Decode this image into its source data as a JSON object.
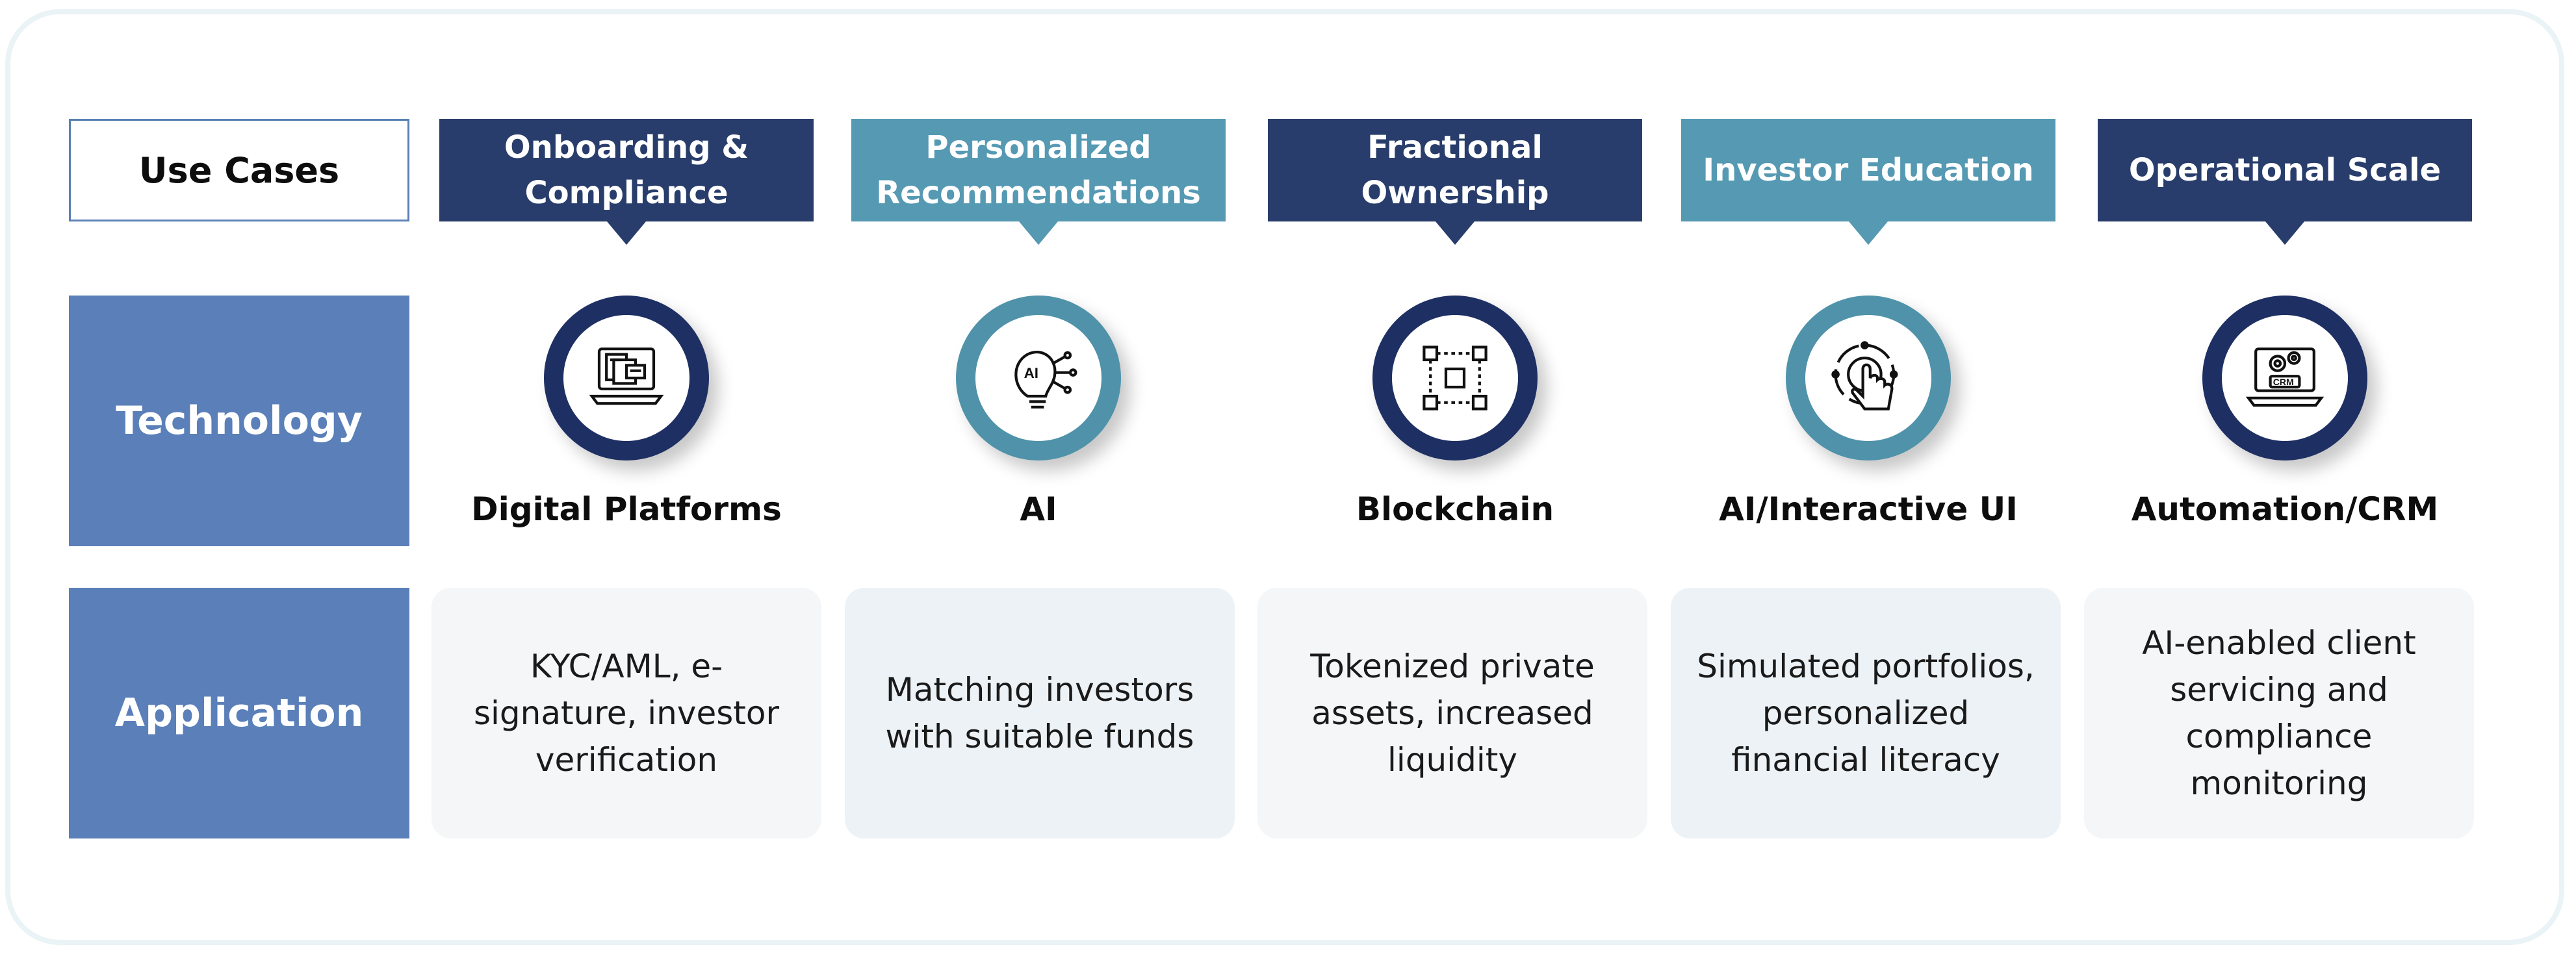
{
  "rows": {
    "use_cases": "Use Cases",
    "technology": "Technology",
    "application": "Application"
  },
  "columns": [
    {
      "use_case_lines": [
        "Onboarding &",
        "Compliance"
      ],
      "banner_color": "#283d6b",
      "icon": "laptop-documents-icon",
      "technology": "Digital Platforms",
      "application": "KYC/AML, e-signature, investor verification"
    },
    {
      "use_case_lines": [
        "Personalized",
        "Recommendations"
      ],
      "banner_color": "#5599b3",
      "icon": "ai-lightbulb-icon",
      "icon_text": "AI",
      "technology": "AI",
      "application": "Matching investors with suitable funds"
    },
    {
      "use_case_lines": [
        "Fractional",
        "Ownership"
      ],
      "banner_color": "#283d6b",
      "icon": "blockchain-cubes-icon",
      "technology": "Blockchain",
      "application": "Tokenized private assets, increased liquidity"
    },
    {
      "use_case_lines": [
        "Investor Education"
      ],
      "banner_color": "#5599b3",
      "icon": "touch-interface-icon",
      "technology": "AI/Interactive UI",
      "application": "Simulated portfolios, personalized financial literacy"
    },
    {
      "use_case_lines": [
        "Operational Scale"
      ],
      "banner_color": "#283d6b",
      "icon": "crm-gear-laptop-icon",
      "icon_text": "CRM",
      "technology": "Automation/CRM",
      "application": "AI-enabled client servicing and compliance monitoring"
    }
  ],
  "colors": {
    "dark_navy": "#283d6b",
    "teal": "#5599b3",
    "row_label_blue": "#5a7fb9"
  }
}
